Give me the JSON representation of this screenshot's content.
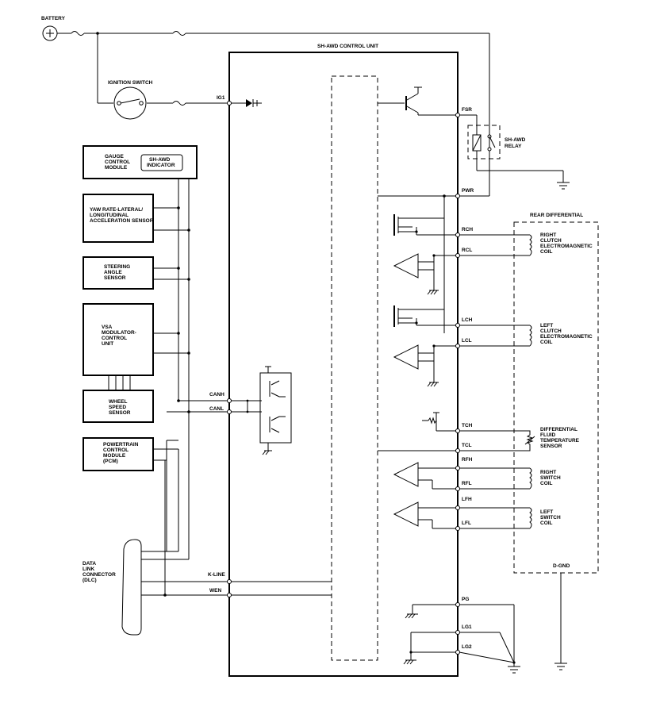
{
  "labels": {
    "battery": "BATTERY",
    "ignition_switch": "IGNITION SWITCH",
    "control_unit": "SH-AWD CONTROL UNIT",
    "relay": [
      "SH-AWD",
      "RELAY"
    ],
    "rear_diff": "REAR DIFFERENTIAL",
    "gauge": [
      "GAUGE",
      "CONTROL",
      "MODULE"
    ],
    "indicator": [
      "SH-AWD",
      "INDICATOR"
    ],
    "yaw": [
      "YAW RATE-LATERAL/",
      "LONGITUDINAL",
      "ACCELERATION SENSOR"
    ],
    "steering": [
      "STEERING",
      "ANGLE",
      "SENSOR"
    ],
    "vsa": [
      "VSA",
      "MODULATOR-",
      "CONTROL",
      "UNIT"
    ],
    "wheel": [
      "WHEEL",
      "SPEED",
      "SENSOR"
    ],
    "pcm": [
      "POWERTRAIN",
      "CONTROL",
      "MODULE",
      "(PCM)"
    ],
    "dlc": [
      "DATA",
      "LINK",
      "CONNECTOR",
      "(DLC)"
    ],
    "right_clutch": [
      "RIGHT",
      "CLUTCH",
      "ELECTROMAGNETIC",
      "COIL"
    ],
    "left_clutch": [
      "LEFT",
      "CLUTCH",
      "ELECTROMAGNETIC",
      "COIL"
    ],
    "temp_sensor": [
      "DIFFERENTIAL",
      "FLUID",
      "TEMPERATURE",
      "SENSOR"
    ],
    "right_switch": [
      "RIGHT",
      "SWITCH",
      "COIL"
    ],
    "left_switch": [
      "LEFT",
      "SWITCH",
      "COIL"
    ],
    "d_gnd": "D-GND"
  },
  "pins": {
    "ig1": "IG1",
    "fsr": "FSR",
    "pwr": "PWR",
    "rch": "RCH",
    "rcl": "RCL",
    "lch": "LCH",
    "lcl": "LCL",
    "canh": "CANH",
    "canl": "CANL",
    "tch": "TCH",
    "tcl": "TCL",
    "rfh": "RFH",
    "rfl": "RFL",
    "lfh": "LFH",
    "lfl": "LFL",
    "kline": "K-LINE",
    "wen": "WEN",
    "pg": "PG",
    "lg1": "LG1",
    "lg2": "LG2"
  }
}
